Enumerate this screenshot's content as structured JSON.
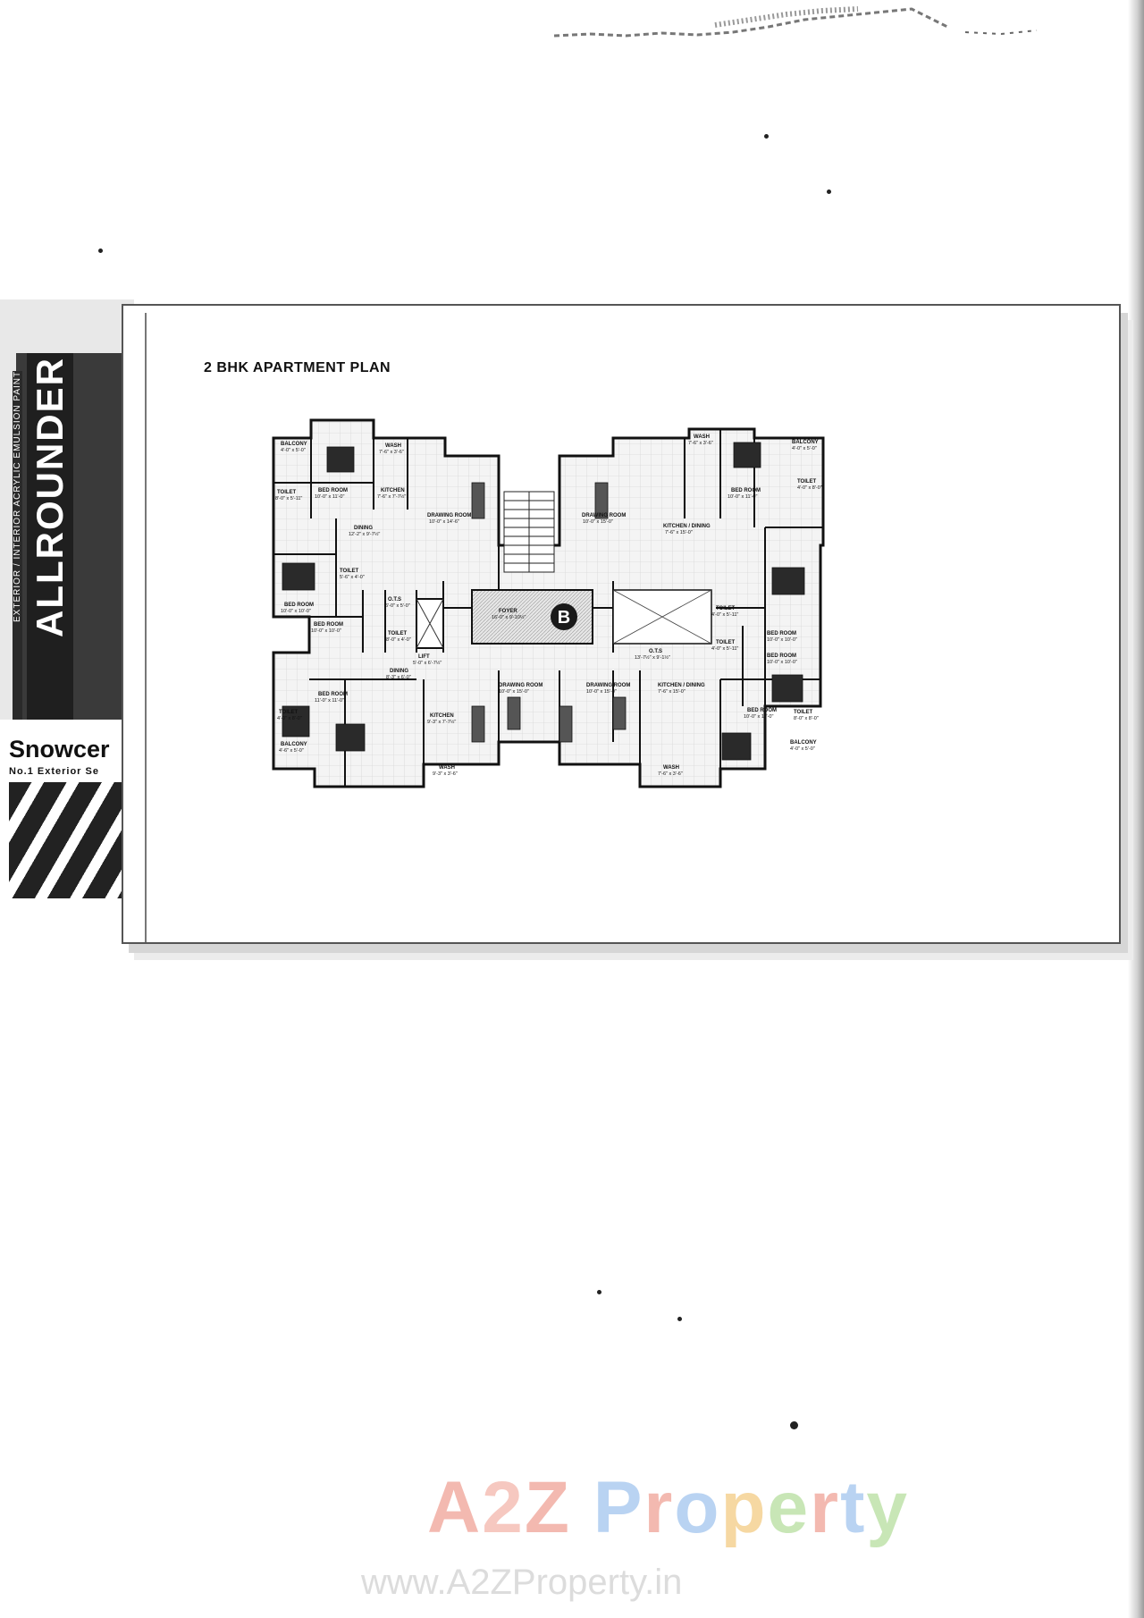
{
  "plan_title": "2 BHK APARTMENT PLAN",
  "ad": {
    "brand": "ALLROUNDER",
    "tagline": "EXTERIOR / INTERIOR ACRYLIC EMULSION PAINT",
    "company": "Snowcer",
    "company_sub": "No.1 Exterior Se"
  },
  "tower_mark": "B",
  "rooms": [
    {
      "id": "r1",
      "label": "BALCONY",
      "dim": "4'-0\" x 5'-0\""
    },
    {
      "id": "r2",
      "label": "WASH",
      "dim": "7'-6\" x 3'-6\""
    },
    {
      "id": "r3",
      "label": "TOILET",
      "dim": "8'-0\" x 5'-11\""
    },
    {
      "id": "r4",
      "label": "BED ROOM",
      "dim": "10'-0\" x 11'-0\""
    },
    {
      "id": "r5",
      "label": "KITCHEN",
      "dim": "7'-6\" x 7'-7½\""
    },
    {
      "id": "r6",
      "label": "DINING",
      "dim": "12'-2\" x 9'-7½\""
    },
    {
      "id": "r7",
      "label": "DRAWING ROOM",
      "dim": "10'-0\" x 14'-6\""
    },
    {
      "id": "r8",
      "label": "BED ROOM",
      "dim": "10'-0\" x 10'-0\""
    },
    {
      "id": "r9",
      "label": "TOILET",
      "dim": "5'-6\" x 4'-0\""
    },
    {
      "id": "r10",
      "label": "O.T.S",
      "dim": "6'-0\" x 5'-0\""
    },
    {
      "id": "r11",
      "label": "BED ROOM",
      "dim": "10'-0\" x 10'-0\""
    },
    {
      "id": "r12",
      "label": "LIFT",
      "dim": "5'-0\" x 6'-7½\""
    },
    {
      "id": "r13",
      "label": "TOILET",
      "dim": "8'-0\" x 4'-0\""
    },
    {
      "id": "r14",
      "label": "FOYER",
      "dim": "16'-0\" x 9'-10½\""
    },
    {
      "id": "r15",
      "label": "O.T.S",
      "dim": "13'-7½\" x 9'-1½\""
    },
    {
      "id": "r16",
      "label": "DRAWING ROOM",
      "dim": "10'-0\" x 15'-0\""
    },
    {
      "id": "r17",
      "label": "KITCHEN / DINING",
      "dim": "7'-6\" x 15'-0\""
    },
    {
      "id": "r18",
      "label": "WASH",
      "dim": "7'-6\" x 3'-6\""
    },
    {
      "id": "r19",
      "label": "BALCONY",
      "dim": "4'-0\" x 5'-0\""
    },
    {
      "id": "r20",
      "label": "BED ROOM",
      "dim": "10'-0\" x 11'-0\""
    },
    {
      "id": "r21",
      "label": "TOILET",
      "dim": "4'-0\" x 8'-0\""
    },
    {
      "id": "r22",
      "label": "TOILET",
      "dim": "4'-0\" x 5'-11\""
    },
    {
      "id": "r23",
      "label": "BED ROOM",
      "dim": "10'-0\" x 10'-0\""
    },
    {
      "id": "r24",
      "label": "BED ROOM",
      "dim": "10'-0\" x 10'-0\""
    },
    {
      "id": "r25",
      "label": "TOILET",
      "dim": "4'-0\" x 5'-11\""
    },
    {
      "id": "r26",
      "label": "DINING",
      "dim": "8'-3\" x 6'-0\""
    },
    {
      "id": "r27",
      "label": "DRAWING ROOM",
      "dim": "10'-0\" x 15'-0\""
    },
    {
      "id": "r28",
      "label": "DRAWING ROOM",
      "dim": "10'-0\" x 15'-0\""
    },
    {
      "id": "r29",
      "label": "KITCHEN / DINING",
      "dim": "7'-6\" x 15'-0\""
    },
    {
      "id": "r30",
      "label": "BED ROOM",
      "dim": "11'-0\" x 11'-0\""
    },
    {
      "id": "r31",
      "label": "KITCHEN",
      "dim": "9'-3\" x 7'-7½\""
    },
    {
      "id": "r32",
      "label": "TOILET",
      "dim": "4'-0\" x 8'-0\""
    },
    {
      "id": "r33",
      "label": "BALCONY",
      "dim": "4'-6\" x 5'-0\""
    },
    {
      "id": "r34",
      "label": "WASH",
      "dim": "9'-3\" x 3'-6\""
    },
    {
      "id": "r35",
      "label": "WASH",
      "dim": "7'-6\" x 3'-6\""
    },
    {
      "id": "r36",
      "label": "BED ROOM",
      "dim": "10'-0\" x 11'-0\""
    },
    {
      "id": "r37",
      "label": "TOILET",
      "dim": "8'-0\" x 8'-0\""
    },
    {
      "id": "r38",
      "label": "BALCONY",
      "dim": "4'-0\" x 5'-0\""
    }
  ],
  "watermark": {
    "logo_letters": [
      "A",
      "2",
      "Z",
      " ",
      "P",
      "r",
      "o",
      "p",
      "e",
      "r",
      "t",
      "y"
    ],
    "url": "www.A2ZProperty.in"
  }
}
